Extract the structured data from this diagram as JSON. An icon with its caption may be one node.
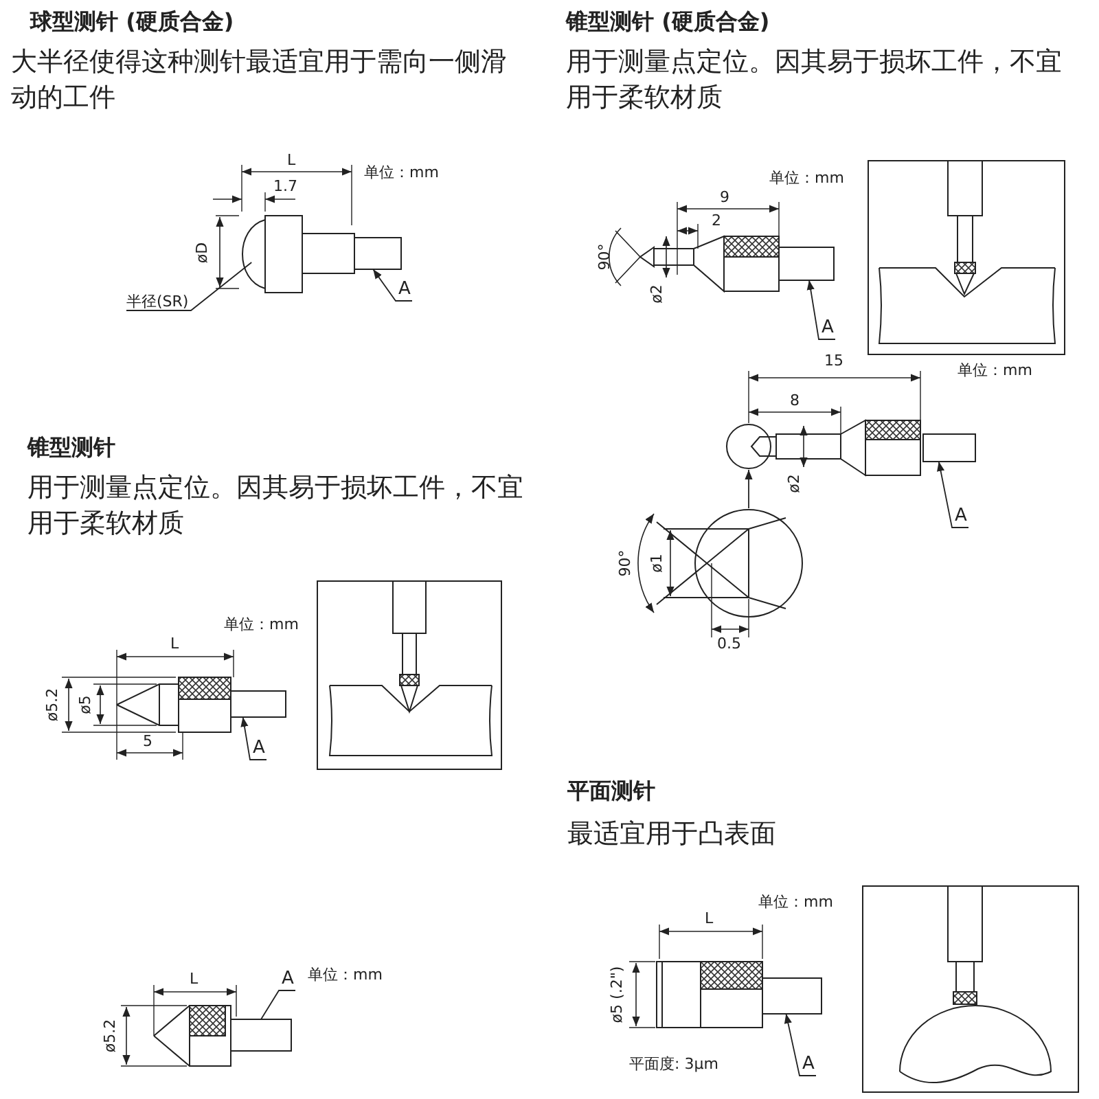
{
  "diagram": {
    "nodes": [
      {
        "text": [
          "半径(SR)"
        ]
      },
      {
        "text": [
          "A"
        ]
      },
      {
        "text": [
          "A"
        ]
      },
      {
        "text": [
          "A"
        ]
      },
      {
        "text": [],
        "shape": "circle"
      },
      {
        "text": [],
        "shape": "circle"
      },
      {
        "text": [
          "A"
        ]
      },
      {
        "text": [
          "A"
        ]
      },
      {
        "text": [
          "A"
        ]
      },
      {
        "text": [],
        "shape": "dome"
      },
      {
        "text": [],
        "shape": "box"
      },
      {
        "text": [],
        "shape": "box"
      },
      {
        "text": [],
        "shape": "box"
      },
      {
        "text": [],
        "shape": "box"
      },
      {
        "text": [],
        "shape": "box"
      },
      {
        "text": [],
        "shape": "box"
      }
    ],
    "edges": [
      {
        "from": 0,
        "to": 9,
        "arrow": "none"
      },
      {
        "from": 1,
        "to": 10,
        "arrow": "to"
      },
      {
        "from": 2,
        "to": 11,
        "arrow": "to"
      },
      {
        "from": 3,
        "to": 12,
        "arrow": "to"
      },
      {
        "from": 5,
        "to": 4,
        "arrow": "to"
      },
      {
        "from": 6,
        "to": 13,
        "arrow": "to"
      },
      {
        "from": 7,
        "to": 14,
        "arrow": "none"
      },
      {
        "from": 8,
        "to": 15,
        "arrow": "to"
      }
    ],
    "labels": [
      "球型测针 (硬质合金)",
      "大半径使得这种测针最适宜用于需向一侧滑动的工件",
      "L",
      "单位：mm",
      "1.7",
      "øD",
      "锥型测针 (硬质合金)",
      "用于测量点定位。因其易于损坏工件，不宜用于柔软材质",
      "单位：mm",
      "9",
      "2",
      "90°",
      "ø2",
      "15",
      "单位：mm",
      "8",
      "ø2",
      "90°",
      "ø1",
      "0.5",
      "锥型测针",
      "用于测量点定位。因其易于损坏工件，不宜用于柔软材质",
      "单位：mm",
      "L",
      "ø5.2",
      "ø5",
      "5",
      "L",
      "单位：mm",
      "ø5.2",
      "平面测针",
      "最适宜用于凸表面",
      "单位：mm",
      "L",
      "ø5 (.2\")",
      "平面度: 3μm"
    ]
  }
}
